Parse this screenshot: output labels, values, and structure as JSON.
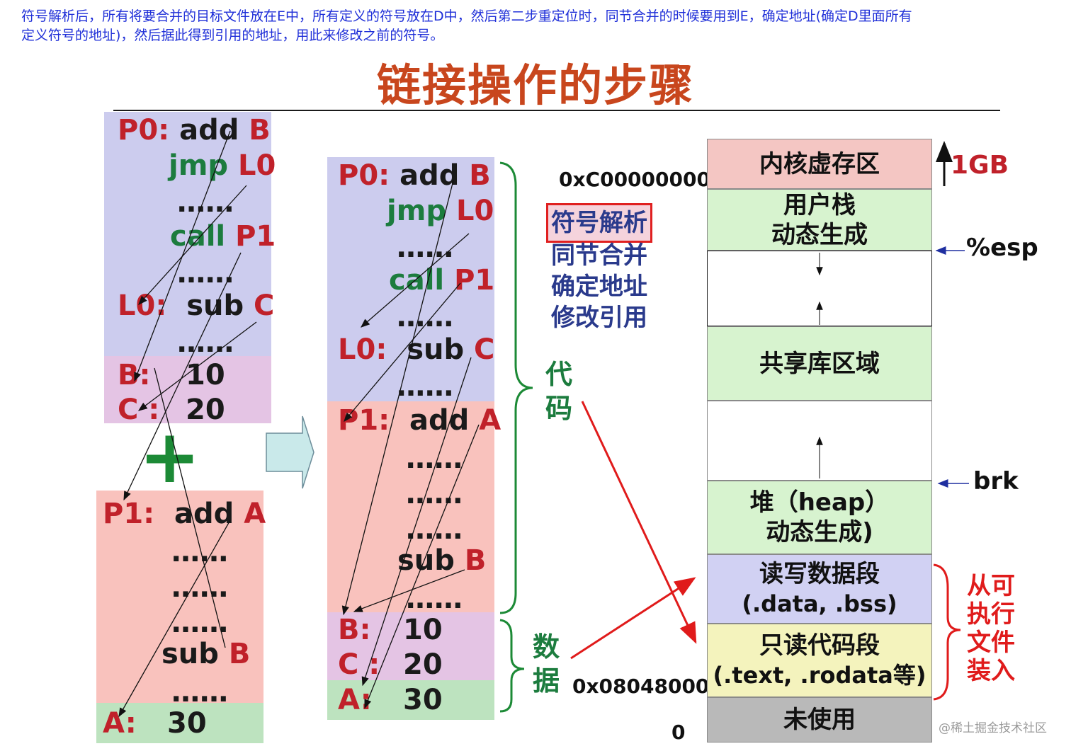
{
  "note": "符号解析后，所有将要合并的目标文件放在E中，所有定义的符号放在D中，然后第二步重定位时，同节合并的时候要用到E，确定地址(确定D里面所有定义符号的地址)，然后据此得到引用的地址，用此来修改之前的符号。",
  "title": "链接操作的步骤",
  "left_p0": {
    "l1a": "P0:",
    "l1b": "add",
    "l1c": "B",
    "l2a": "jmp",
    "l2b": "L0",
    "l3": "……",
    "l4a": "call",
    "l4b": "P1",
    "l5": "……",
    "l6a": "L0:",
    "l6b": "sub",
    "l6c": "C",
    "l7": "……"
  },
  "left_data": {
    "b_label": "B:",
    "b_val": "10",
    "c_label": "C :",
    "c_val": "20"
  },
  "plus": "+",
  "left_p1": {
    "l1a": "P1:",
    "l1b": "add",
    "l1c": "A",
    "l2": "……",
    "l3": "……",
    "l4": "……",
    "l5a": "sub",
    "l5b": "B",
    "l6": "……"
  },
  "left_a": {
    "label": "A:",
    "val": "30"
  },
  "mid_p0": {
    "l1a": "P0:",
    "l1b": "add",
    "l1c": "B",
    "l2a": "jmp",
    "l2b": "L0",
    "l3": "……",
    "l4a": "call",
    "l4b": "P1",
    "l5": "……",
    "l6a": "L0:",
    "l6b": "sub",
    "l6c": "C",
    "l7": "……"
  },
  "mid_p1": {
    "l1a": "P1:",
    "l1b": "add",
    "l1c": "A",
    "l2": "……",
    "l3": "……",
    "l4": "……",
    "l5a": "sub",
    "l5b": "B",
    "l6": "……"
  },
  "mid_data": {
    "b_label": "B:",
    "b_val": "10",
    "c_label": "C :",
    "c_val": "20",
    "a_label": "A:",
    "a_val": "30"
  },
  "steps": [
    "符号解析",
    "同节合并",
    "确定地址",
    "修改引用"
  ],
  "brace_code": "代码",
  "brace_data": "数据",
  "addr_top": "0xC00000000",
  "addr_bottom": "0x08048000",
  "addr_zero": "0",
  "memory": {
    "kernel": "内核虚存区",
    "user_stack_1": "用户栈",
    "user_stack_2": "动态生成",
    "shared": "共享库区域",
    "heap_1": "堆（heap）",
    "heap_2": "动态生成)",
    "rw_1": "读写数据段",
    "rw_2": "(.data, .bss)",
    "ro_1": "只读代码段",
    "ro_2": "(.text, .rodata等)",
    "unused": "未使用"
  },
  "size_label": "1GB",
  "esp_label": "%esp",
  "brk_label": "brk",
  "load_label": [
    "从可",
    "执行",
    "文件",
    "装入"
  ],
  "watermark": "@稀土掘金技术社区",
  "colors": {
    "note_blue": "#1f2fd8",
    "title": "#c8461d",
    "red_text": "#c0212a",
    "green_text": "#1c7c3e",
    "step_blue": "#2a3a8c",
    "p0_bg": "#ccccee",
    "data_bg": "#e4c4e4",
    "p1_bg": "#f9c2bd",
    "a_bg": "#bde3bf",
    "kernel_bg": "#f4c6c3",
    "green_bg": "#d7f3cf",
    "rw_bg": "#d1d1f3",
    "ro_bg": "#f4f3bd",
    "unused_bg": "#b9b9b9"
  }
}
